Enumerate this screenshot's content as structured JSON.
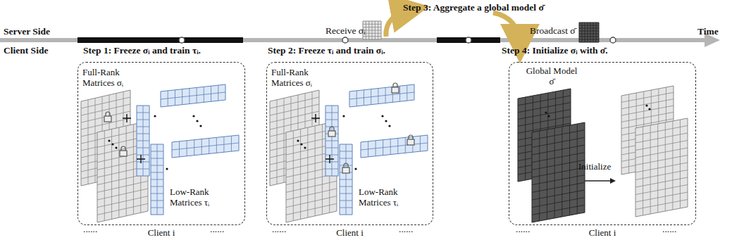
{
  "diagram": {
    "nodes": [
      {
        "text": [
          "Full-Rank Matrices σᵢ",
          "Low-Rank Matrices τᵢ",
          "Client i"
        ]
      },
      {
        "text": [
          "Full-Rank Matrices σᵢ",
          "Low-Rank Matrices τᵢ",
          "Client i"
        ]
      },
      {
        "text": [
          "Global Model σ̄",
          "Initialize",
          "Client i"
        ]
      }
    ],
    "labels": [
      "Server Side",
      "Client Side",
      "Time",
      "Step 1: Freeze σᵢ and train τᵢ.",
      "Step 2: Freeze τᵢ and train σᵢ.",
      "Step 3: Aggregate a global model σ̄",
      "Receive σᵢ",
      "Broadcast σ̄",
      "Step 4: Initialize σᵢ with σ̄.",
      "......",
      "......",
      "......",
      "......",
      "......",
      "......"
    ]
  }
}
